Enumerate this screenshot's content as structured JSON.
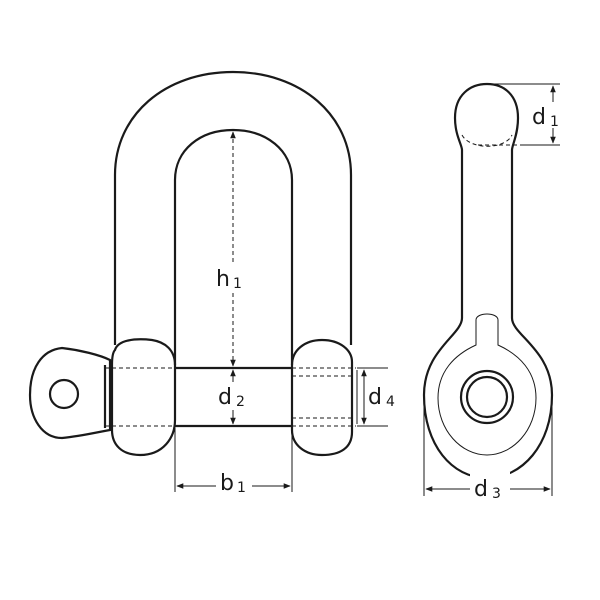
{
  "labels": {
    "h1": {
      "main": "h",
      "sub": "1"
    },
    "d2": {
      "main": "d",
      "sub": "2"
    },
    "b1": {
      "main": "b",
      "sub": "1"
    },
    "d4": {
      "main": "d",
      "sub": "4"
    },
    "d1": {
      "main": "d",
      "sub": "1"
    },
    "d3": {
      "main": "d",
      "sub": "3"
    }
  },
  "colors": {
    "ink": "#1a1a1a",
    "paper": "#ffffff"
  }
}
